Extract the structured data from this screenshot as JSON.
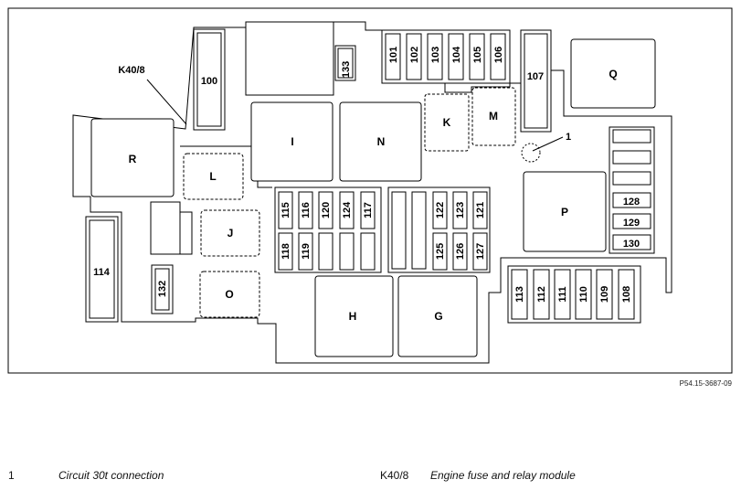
{
  "callouts": {
    "module_label": "K40/8",
    "point_label": "1"
  },
  "figure_ref": "P54.15-3687-09",
  "legend": [
    {
      "key": "1",
      "text": "Circuit 30t connection"
    },
    {
      "key": "K40/8",
      "text": "Engine fuse and relay module"
    }
  ],
  "relays": {
    "R": "R",
    "L": "L",
    "J": "J",
    "O": "O",
    "I": "I",
    "N": "N",
    "K": "K",
    "M": "M",
    "Q": "Q",
    "P": "P",
    "H": "H",
    "G": "G"
  },
  "fuses": {
    "f100": "100",
    "f133": "133",
    "f101": "101",
    "f102": "102",
    "f103": "103",
    "f104": "104",
    "f105": "105",
    "f106": "106",
    "f107": "107",
    "f114": "114",
    "f132": "132",
    "f115": "115",
    "f116": "116",
    "f120": "120",
    "f124": "124",
    "f117": "117",
    "f118": "118",
    "f119": "119",
    "f122": "122",
    "f123": "123",
    "f121": "121",
    "f125": "125",
    "f126": "126",
    "f127": "127",
    "f128": "128",
    "f129": "129",
    "f130": "130",
    "f113": "113",
    "f112": "112",
    "f111": "111",
    "f110": "110",
    "f109": "109",
    "f108": "108"
  }
}
